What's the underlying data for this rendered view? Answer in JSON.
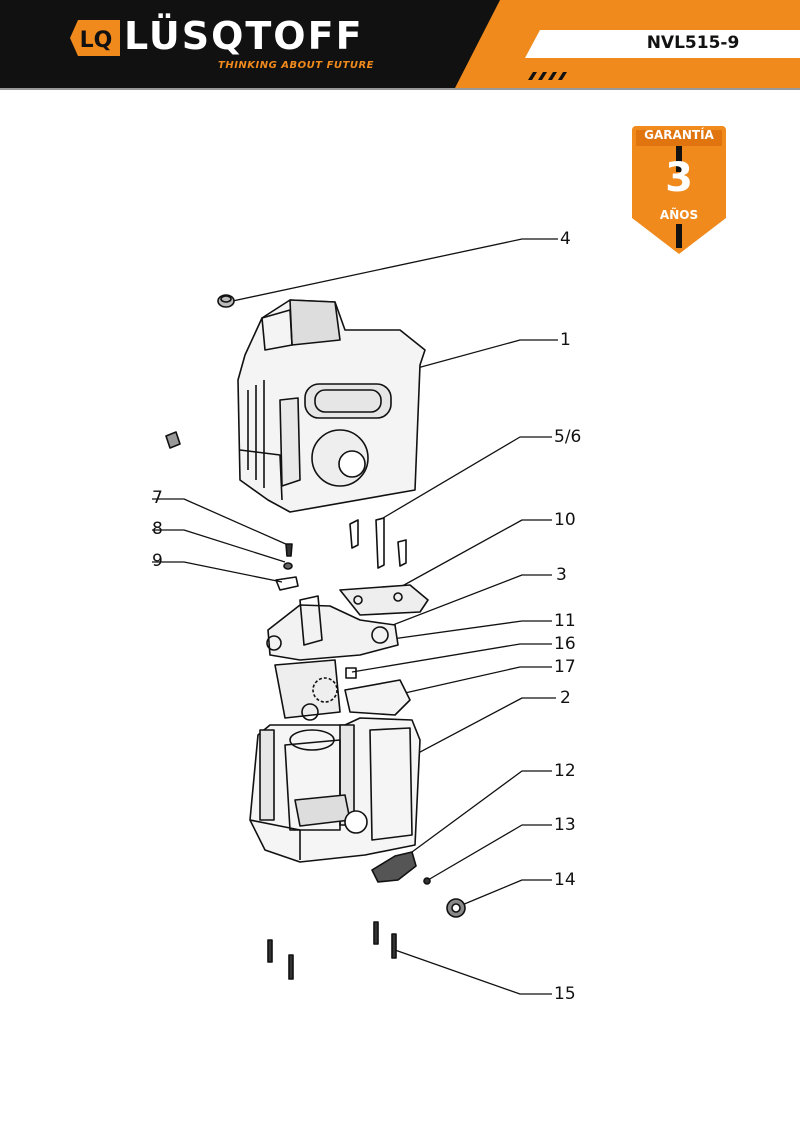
{
  "brand": {
    "logo_icon": "lq-logo-icon",
    "name": "LÜSQTOFF",
    "tagline": "THINKING ABOUT FUTURE"
  },
  "model": "NVL515-9",
  "warranty": {
    "title": "GARANTÍA",
    "years": "3",
    "unit": "AÑOS"
  },
  "callouts": [
    "4",
    "1",
    "5/6",
    "7",
    "10",
    "8",
    "9",
    "3",
    "11",
    "16",
    "17",
    "2",
    "12",
    "13",
    "14",
    "15"
  ],
  "colors": {
    "accent": "#f08a1c",
    "dark": "#111111"
  }
}
